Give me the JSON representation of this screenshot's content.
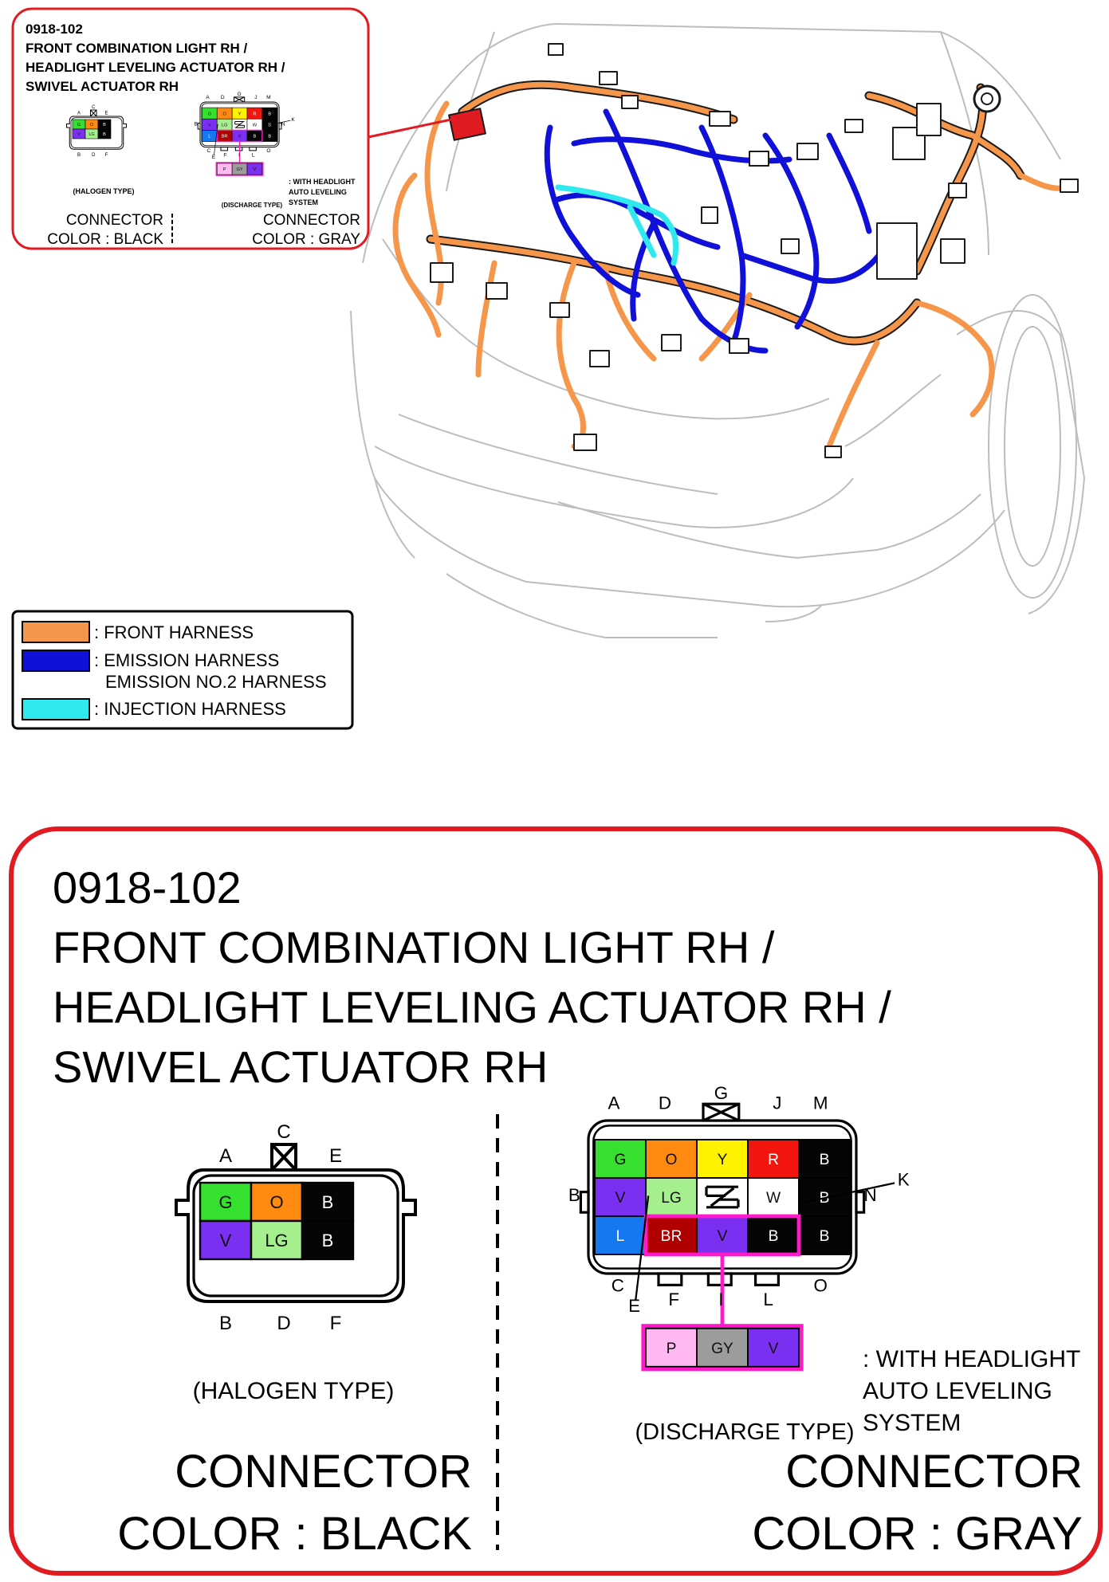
{
  "colors": {
    "frame_red": "#e11b22",
    "front_harness": "#f5964b",
    "emission_harness": "#1010d8",
    "injection_harness": "#2fe9ef",
    "G": "#35e02f",
    "O": "#ff8a12",
    "Y": "#fff200",
    "R": "#f2160e",
    "B": "#050505",
    "V": "#7b2ff0",
    "LG": "#a6ef8f",
    "W": "#ffffff",
    "L": "#1479f0",
    "BR": "#b00000",
    "P": "#ffb8f2",
    "GY": "#9c9c9c",
    "magenta": "#ff19c8",
    "wire_gray": "#b5b5b5"
  },
  "connector": {
    "code": "0918-102",
    "title_lines": [
      "FRONT COMBINATION LIGHT RH /",
      "HEADLIGHT LEVELING ACTUATOR RH /",
      "SWIVEL ACTUATOR RH"
    ],
    "halogen": {
      "type_label": "(HALOGEN TYPE)",
      "connector_label": "CONNECTOR",
      "color_label": "COLOR : BLACK",
      "top_letters": [
        "A",
        "C",
        "E"
      ],
      "bottom_letters": [
        "B",
        "D",
        "F"
      ],
      "cells": [
        {
          "text": "G",
          "color": "G"
        },
        {
          "text": "O",
          "color": "O"
        },
        {
          "text": "B",
          "color": "B"
        },
        {
          "text": "V",
          "color": "V"
        },
        {
          "text": "LG",
          "color": "LG"
        },
        {
          "text": "B",
          "color": "B"
        }
      ]
    },
    "discharge": {
      "type_label": "(DISCHARGE TYPE)",
      "note_lines": [
        ": WITH HEADLIGHT",
        "AUTO LEVELING",
        "SYSTEM"
      ],
      "connector_label": "CONNECTOR",
      "color_label": "COLOR : GRAY",
      "letters": {
        "A": "A",
        "D": "D",
        "G": "G",
        "J": "J",
        "M": "M",
        "B": "B",
        "K": "K",
        "N": "N",
        "C": "C",
        "E": "E",
        "F": "F",
        "I": "I",
        "L": "L",
        "O": "O"
      },
      "rows": [
        [
          {
            "text": "G",
            "color": "G"
          },
          {
            "text": "O",
            "color": "O"
          },
          {
            "text": "Y",
            "color": "Y"
          },
          {
            "text": "R",
            "color": "R"
          },
          {
            "text": "B",
            "color": "B"
          }
        ],
        [
          {
            "text": "V",
            "color": "V"
          },
          {
            "text": "LG",
            "color": "LG"
          },
          {
            "text": "",
            "color": "W"
          },
          {
            "text": "W",
            "color": "W"
          },
          {
            "text": "B",
            "color": "B"
          }
        ],
        [
          {
            "text": "L",
            "color": "L"
          },
          {
            "text": "BR",
            "color": "BR"
          },
          {
            "text": "V",
            "color": "V"
          },
          {
            "text": "B",
            "color": "B"
          },
          {
            "text": "B",
            "color": "B"
          }
        ]
      ],
      "extra_cells": [
        {
          "text": "P",
          "color": "P"
        },
        {
          "text": "GY",
          "color": "GY"
        },
        {
          "text": "V",
          "color": "V"
        }
      ]
    }
  },
  "legend": {
    "items": [
      {
        "color": "front_harness",
        "lines": [
          ": FRONT HARNESS"
        ]
      },
      {
        "color": "emission_harness",
        "lines": [
          ": EMISSION HARNESS",
          "EMISSION NO.2 HARNESS"
        ]
      },
      {
        "color": "injection_harness",
        "lines": [
          ": INJECTION HARNESS"
        ]
      }
    ]
  }
}
